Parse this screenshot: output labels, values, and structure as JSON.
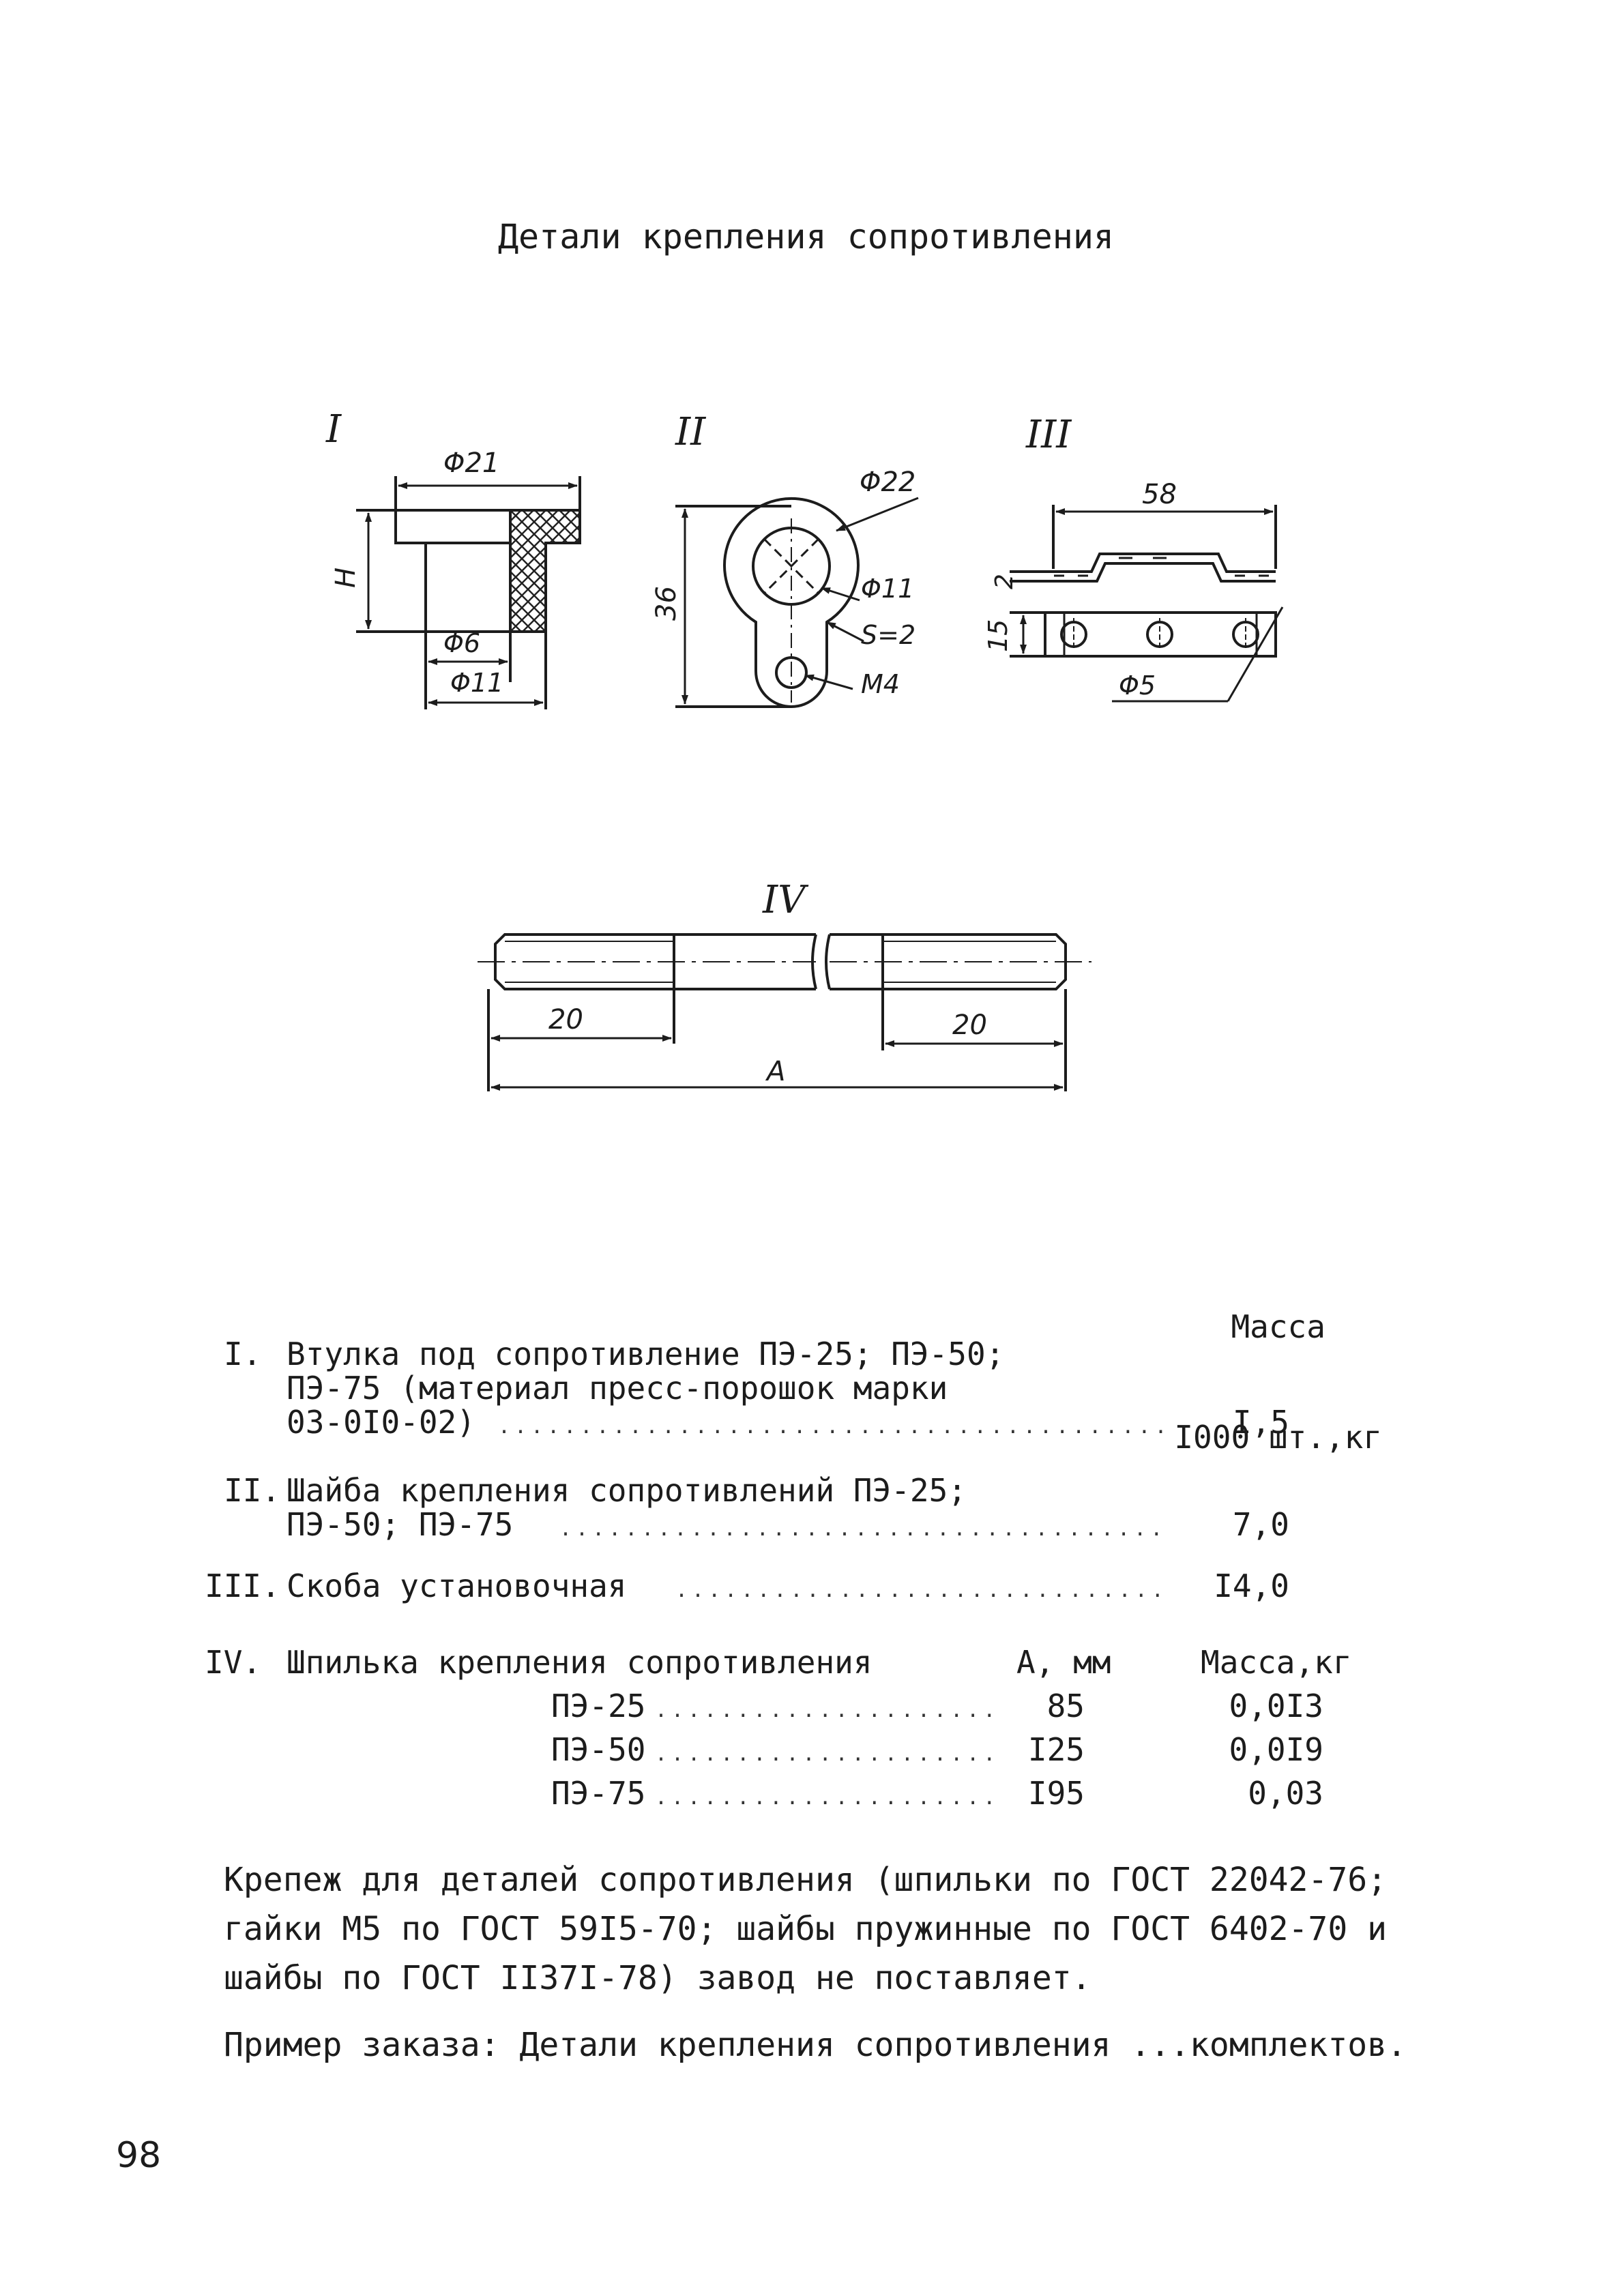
{
  "title": "Детали крепления сопротивления",
  "figures": {
    "fig1": {
      "label": "I",
      "dims": [
        "Φ21",
        "H",
        "Φ6",
        "Φ11"
      ]
    },
    "fig2": {
      "label": "II",
      "dims": [
        "Φ22",
        "36",
        "Φ11",
        "S=2",
        "M4"
      ]
    },
    "fig3": {
      "label": "III",
      "dims": [
        "58",
        "2",
        "15",
        "Φ5"
      ]
    },
    "fig4": {
      "label": "IV",
      "dims": [
        "20",
        "20",
        "A"
      ]
    }
  },
  "mass_header": {
    "line1": "Масса",
    "line2": "I000 шт.,кг"
  },
  "items": [
    {
      "num": "I.",
      "lines": [
        "Втулка под сопротивление ПЭ-25; ПЭ-50;",
        "ПЭ-75 (материал пресс-порошок марки",
        "03-0I0-02)"
      ],
      "mass": "I,5"
    },
    {
      "num": "II.",
      "lines": [
        "Шайба крепления сопротивлений ПЭ-25;",
        "ПЭ-50; ПЭ-75"
      ],
      "mass": "7,0"
    },
    {
      "num": "III.",
      "lines": [
        "Скоба установочная"
      ],
      "mass": "I4,0"
    },
    {
      "num": "IV.",
      "lines": [
        "Шпилька крепления сопротивления"
      ],
      "col_a": "А, мм",
      "col_mass": "Масса,кг"
    }
  ],
  "studs": [
    {
      "name": "ПЭ-25",
      "a": "85",
      "mass": "0,0I3"
    },
    {
      "name": "ПЭ-50",
      "a": "I25",
      "mass": "0,0I9"
    },
    {
      "name": "ПЭ-75",
      "a": "I95",
      "mass": "0,03"
    }
  ],
  "paragraph1": "Крепеж для деталей сопротивления (шпильки по ГОСТ 22042-76; гайки М5 по ГОСТ 59I5-70; шайбы пружинные по ГОСТ 6402-70 и шайбы по ГОСТ II37I-78) завод не поставляет.",
  "paragraph2": "Пример заказа: Детали крепления сопротивления ...комплектов.",
  "page_number": "98"
}
